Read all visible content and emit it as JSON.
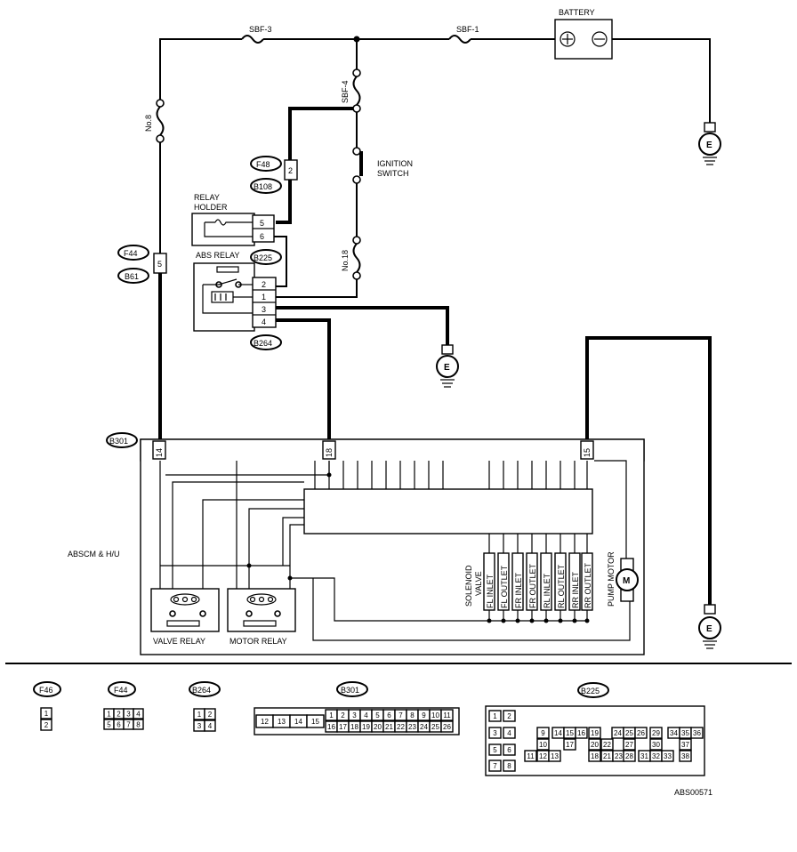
{
  "components": {
    "battery": "BATTERY",
    "battery_plus": "⊕",
    "battery_minus": "⊖",
    "sbf3": "SBF-3",
    "sbf1": "SBF-1",
    "sbf4": "SBF-4",
    "fuse8": "No.8",
    "fuse18": "No.18",
    "ignition": [
      "IGNITION",
      "SWITCH"
    ],
    "relay_holder": [
      "RELAY",
      "HOLDER"
    ],
    "abs_relay": "ABS  RELAY",
    "absmain": "ABSCM & H/U",
    "valve_relay": "VALVE  RELAY",
    "motor_relay": "MOTOR RELAY",
    "solenoid": [
      "SOLENOID",
      "VALVE"
    ],
    "pump_motor": "PUMP MOTOR",
    "motor_symbol": "M",
    "ground_symbol": "E",
    "valves": [
      "FL INLET",
      "FL OUTLET",
      "FR INLET",
      "FR OUTLET",
      "RL INLET",
      "RL OUTLET",
      "RR INLET",
      "RR OUTLET"
    ],
    "code": "ABS00571"
  },
  "connectors": {
    "f48": "F48",
    "b108": "B108",
    "f44": "F44",
    "b61": "B61",
    "b225": "B225",
    "b264": "B264",
    "b301": "B301",
    "f46": "F46"
  },
  "pins": {
    "f48_pin": "2",
    "f44_pin": "5",
    "relay_holder_pins": [
      "5",
      "6"
    ],
    "abs_relay_pins": [
      "2",
      "1",
      "3",
      "4"
    ],
    "b301_pins": [
      "14",
      "18",
      "15"
    ]
  },
  "legend": {
    "f46_rows": [
      [
        "1"
      ],
      [
        "2"
      ]
    ],
    "f44_rows": [
      [
        "1",
        "2",
        "3",
        "4"
      ],
      [
        "5",
        "6",
        "7",
        "8"
      ]
    ],
    "b264_rows": [
      [
        "1",
        "2"
      ],
      [
        "3",
        "4"
      ]
    ],
    "b301_left": [
      "12",
      "13",
      "14",
      "15"
    ],
    "b301_top": [
      "1",
      "2",
      "3",
      "4",
      "5",
      "6",
      "7",
      "8",
      "9",
      "10",
      "11"
    ],
    "b301_bottom": [
      "16",
      "17",
      "18",
      "19",
      "20",
      "21",
      "22",
      "23",
      "24",
      "25",
      "26"
    ],
    "b225_cells": [
      "1",
      "2",
      "3",
      "4",
      "5",
      "6",
      "7",
      "8",
      "9",
      "10",
      "11",
      "12",
      "13",
      "14",
      "15",
      "16",
      "17",
      "18",
      "19",
      "20",
      "21",
      "22",
      "23",
      "24",
      "25",
      "26",
      "27",
      "28",
      "29",
      "30",
      "31",
      "32",
      "33",
      "34",
      "35",
      "36",
      "37",
      "38"
    ]
  }
}
